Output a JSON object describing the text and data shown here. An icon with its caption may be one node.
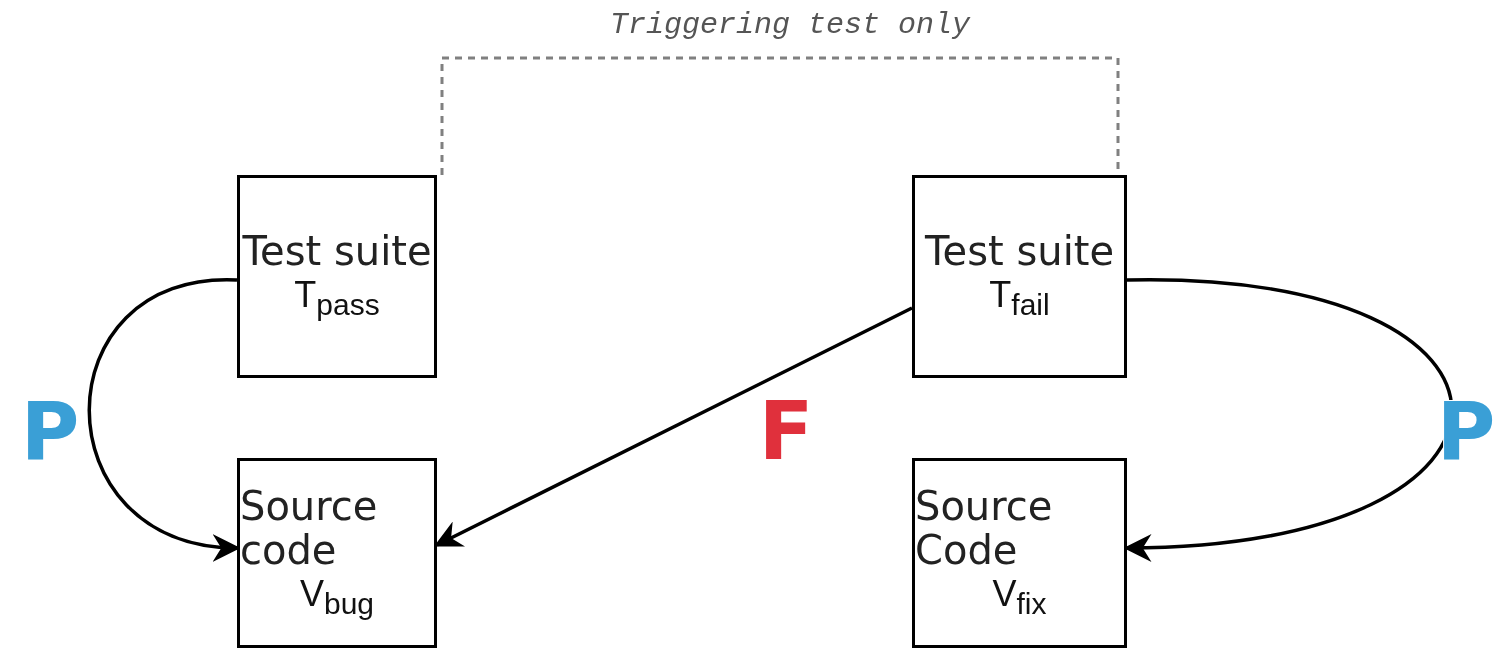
{
  "diagram": {
    "nodes": [
      {
        "text": [
          "Test suite",
          "T$_{pass}$"
        ]
      },
      {
        "text": [
          "Test suite",
          "T$_{fail}$"
        ]
      },
      {
        "text": [
          "Source code",
          "V$_{bug}$"
        ]
      },
      {
        "text": [
          "Source Code",
          "V$_{fix}$"
        ]
      }
    ],
    "edges": [
      {
        "from": 0,
        "to": 2,
        "arrow": "to",
        "label": "P"
      },
      {
        "from": 1,
        "to": 2,
        "arrow": "to",
        "label": "F"
      },
      {
        "from": 1,
        "to": 3,
        "arrow": "to",
        "label": "P"
      },
      {
        "from": 0,
        "to": 1,
        "arrow": "none",
        "label": "Triggering test only",
        "style": "dashed",
        "color": "#808080"
      }
    ]
  }
}
